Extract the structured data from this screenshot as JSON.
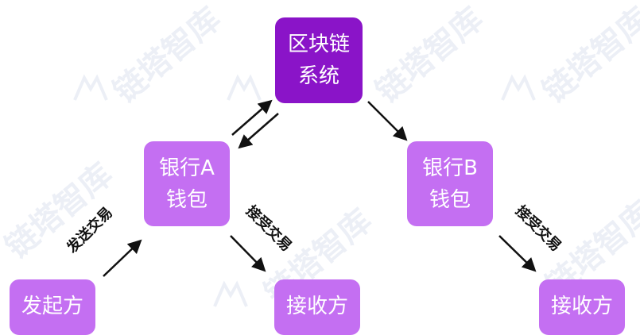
{
  "watermark": {
    "text": "链塔智库",
    "logo_icon": "mountain-logo-icon",
    "color": "#bcc7e0"
  },
  "nodes": {
    "blockchain_system": {
      "line1": "区块链",
      "line2": "系统",
      "color": "#8a14c8"
    },
    "bank_a_wallet": {
      "line1": "银行A",
      "line2": "钱包",
      "color": "#c46ff2"
    },
    "bank_b_wallet": {
      "line1": "银行B",
      "line2": "钱包",
      "color": "#c46ff2"
    },
    "sender": {
      "line1": "发起方"
    },
    "receiver_a": {
      "line1": "接收方"
    },
    "receiver_b": {
      "line1": "接收方"
    }
  },
  "edge_labels": {
    "send_transaction": "发送交易",
    "receive_transaction_a": "接受交易",
    "receive_transaction_b": "接受交易"
  }
}
